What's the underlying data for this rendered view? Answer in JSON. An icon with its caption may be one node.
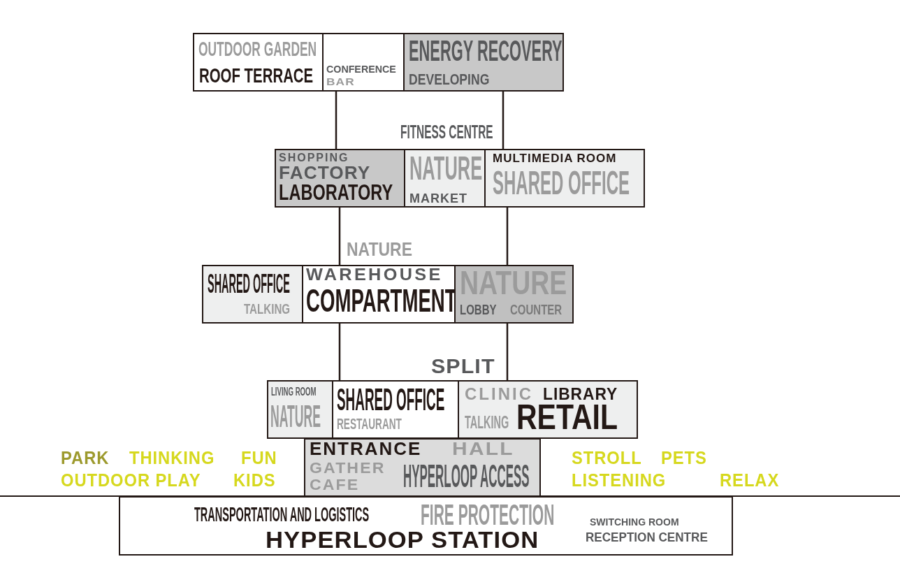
{
  "diagram": {
    "nodes": [
      {
        "text": [
          "OUTDOOR GARDEN",
          "ROOF TERRACE"
        ]
      },
      {
        "text": [
          "CONFERENCE",
          "BAR"
        ]
      },
      {
        "text": [
          "ENERGY RECOVERY",
          "DEVELOPING"
        ]
      },
      {
        "text": [
          "SHOPPING",
          "FACTORY",
          "LABORATORY"
        ]
      },
      {
        "text": [
          "NATURE",
          "MARKET"
        ]
      },
      {
        "text": [
          "MULTIMEDIA ROOM",
          "SHARED OFFICE"
        ]
      },
      {
        "text": [
          "SHARED OFFICE",
          "TALKING"
        ]
      },
      {
        "text": [
          "WAREHOUSE",
          "COMPARTMENT"
        ]
      },
      {
        "text": [
          "NATURE",
          "LOBBY",
          "COUNTER"
        ]
      },
      {
        "text": [
          "LIVING ROOM",
          "NATURE"
        ]
      },
      {
        "text": [
          "SHARED OFFICE",
          "RESTAURANT"
        ]
      },
      {
        "text": [
          "CLINIC",
          "LIBRARY",
          "TALKING",
          "RETAIL"
        ]
      },
      {
        "text": [
          "ENTRANCE",
          "HALL",
          "GATHER",
          "CAFE",
          "HYPERLOOP ACCESS"
        ]
      },
      {
        "text": [
          "TRANSPORTATION AND LOGISTICS",
          "FIRE PROTECTION",
          "SWITCHING ROOM",
          "HYPERLOOP STATION",
          "RECEPTION CENTRE"
        ]
      }
    ],
    "edges": [
      {
        "from": 1,
        "to": 3,
        "arrow": "none"
      },
      {
        "from": 2,
        "to": 5,
        "arrow": "none"
      },
      {
        "from": 3,
        "to": 7,
        "arrow": "none"
      },
      {
        "from": 5,
        "to": 8,
        "arrow": "none"
      },
      {
        "from": 7,
        "to": 10,
        "arrow": "none"
      },
      {
        "from": 8,
        "to": 11,
        "arrow": "none"
      }
    ],
    "labels": [
      "FITNESS CENTRE",
      "NATURE",
      "SPLIT",
      "PARK",
      "THINKING",
      "FUN",
      "STROLL",
      "PETS",
      "OUTDOOR PLAY",
      "KIDS",
      "LISTENING",
      "RELAX"
    ]
  }
}
